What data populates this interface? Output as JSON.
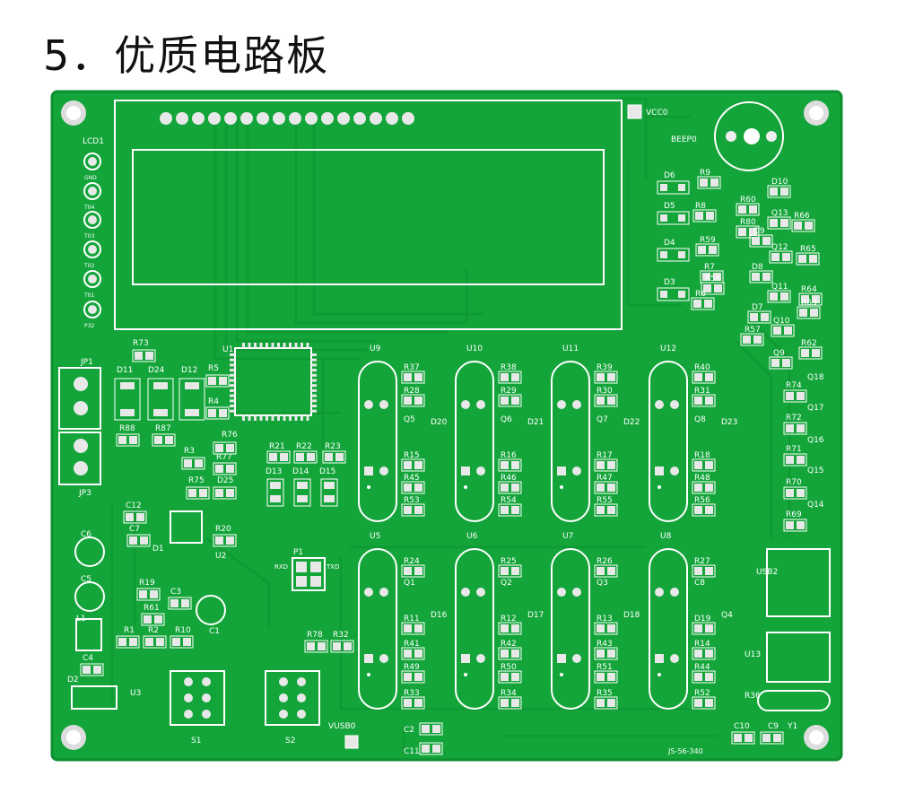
{
  "heading": "5．优质电路板",
  "colors": {
    "board": "#13a53a",
    "board_edge": "#0e8f30",
    "silk": "#ffffff",
    "pad": "#e8e8e8",
    "trace": "#0f9a34"
  },
  "board": {
    "connector_labels": [
      "LCD1",
      "GND",
      "T04",
      "T03",
      "T02",
      "T01",
      "P32"
    ],
    "top_labels": [
      "VCC0",
      "BEEP0"
    ],
    "diode_labels_right": [
      "D6",
      "D5",
      "D4",
      "D3"
    ],
    "resistor_labels_right": [
      "R9",
      "R60",
      "D10",
      "R8",
      "R80",
      "Q13",
      "R66",
      "D9",
      "R59",
      "Q12",
      "R65",
      "R7",
      "D8",
      "R58",
      "Q11",
      "R64",
      "R6",
      "D7",
      "Q10",
      "R63",
      "R57",
      "R62",
      "Q9"
    ],
    "left_labels": [
      "JP1",
      "JP3",
      "R73",
      "D11",
      "D24",
      "D12",
      "R5",
      "R4",
      "R88",
      "R87",
      "R3",
      "R76",
      "R77",
      "R75",
      "D25"
    ],
    "mcu_label": "U1",
    "upper_relays": [
      "U9",
      "U10",
      "U11",
      "U12"
    ],
    "lower_relays": [
      "U5",
      "U6",
      "U7",
      "U8"
    ],
    "upper_parts": [
      "R37",
      "R28",
      "Q5",
      "D20",
      "R15",
      "R45",
      "R53",
      "R38",
      "R29",
      "Q6",
      "D21",
      "R16",
      "R46",
      "R54",
      "R39",
      "R30",
      "Q7",
      "D22",
      "R17",
      "R47",
      "R55",
      "R40",
      "R31",
      "Q8",
      "D23",
      "R18",
      "R48",
      "R56"
    ],
    "lower_parts": [
      "R24",
      "Q1",
      "D16",
      "R11",
      "R41",
      "R49",
      "R33",
      "R25",
      "Q2",
      "D17",
      "R12",
      "R42",
      "R50",
      "R34",
      "R26",
      "Q3",
      "D18",
      "R13",
      "R43",
      "R51",
      "R35",
      "R27",
      "C8",
      "Q4",
      "D19",
      "R14",
      "R44",
      "R52",
      "R36"
    ],
    "mid_parts": [
      "R21",
      "R22",
      "R23",
      "D13",
      "D14",
      "D15"
    ],
    "right_side": [
      "Q18",
      "R74",
      "Q17",
      "R72",
      "Q16",
      "R71",
      "Q15",
      "R70",
      "Q14",
      "R69"
    ],
    "power_parts": [
      "C12",
      "C7",
      "U2",
      "R20",
      "D1",
      "C6",
      "C5",
      "R19",
      "C3",
      "R61",
      "C1",
      "L1",
      "R1",
      "R2",
      "R10",
      "C4",
      "D2",
      "U3"
    ],
    "switches": [
      "S1",
      "S2"
    ],
    "p1": {
      "label": "P1",
      "rxd": "RXD",
      "txd": "TXD"
    },
    "bottom_parts": [
      "R78",
      "R32",
      "VUSB0",
      "C2",
      "C11",
      "C10",
      "C9",
      "Y1",
      "U13",
      "USB2"
    ],
    "footer_code": "JS-56-340"
  }
}
